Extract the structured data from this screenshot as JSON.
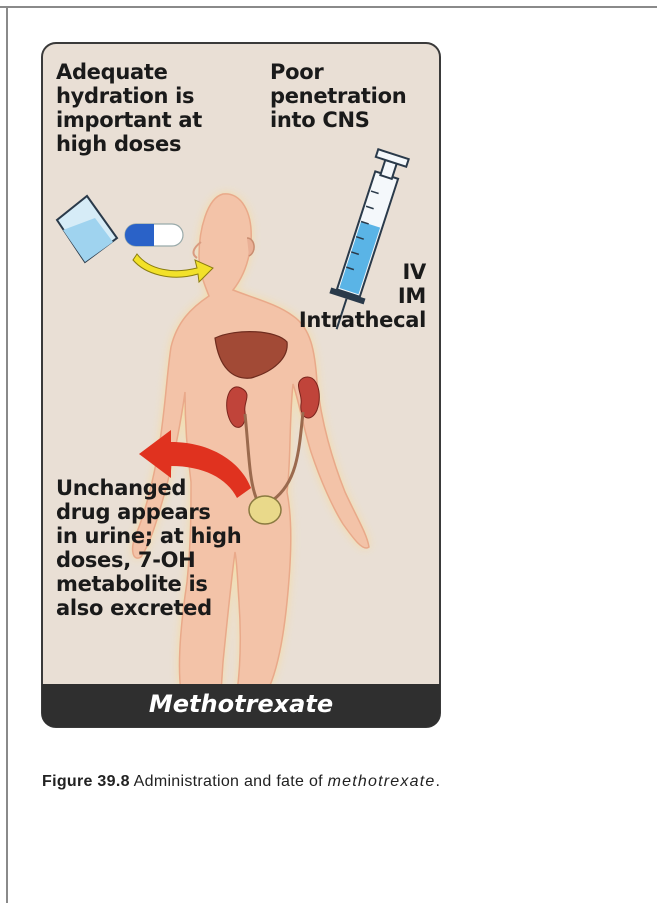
{
  "figure": {
    "labels": {
      "hydration": [
        "Adequate",
        "hydration is",
        "important at",
        "high doses"
      ],
      "penetration": [
        "Poor",
        "penetration",
        "into CNS"
      ],
      "routes": [
        "IV",
        "IM",
        "Intrathecal"
      ],
      "excretion": [
        "Unchanged",
        "drug appears",
        "in urine; at high",
        "doses, 7-OH",
        "metabolite is",
        "also excreted"
      ]
    },
    "title": "Methotrexate"
  },
  "caption": {
    "number": "Figure 39.8",
    "text": "Administration and fate of",
    "drug": "methotrexate",
    "end": "."
  },
  "colors": {
    "panel_bg": "#e9dfd5",
    "body_fill": "#f3c3a8",
    "glow": "#f8dc9a",
    "title_bar": "#2f2f2f",
    "arrow_red": "#e0321f",
    "syringe_fluid": "#5ab4e6",
    "pill_blue": "#2a62c8",
    "liver": "#a24a36",
    "kidney": "#c0443a"
  }
}
